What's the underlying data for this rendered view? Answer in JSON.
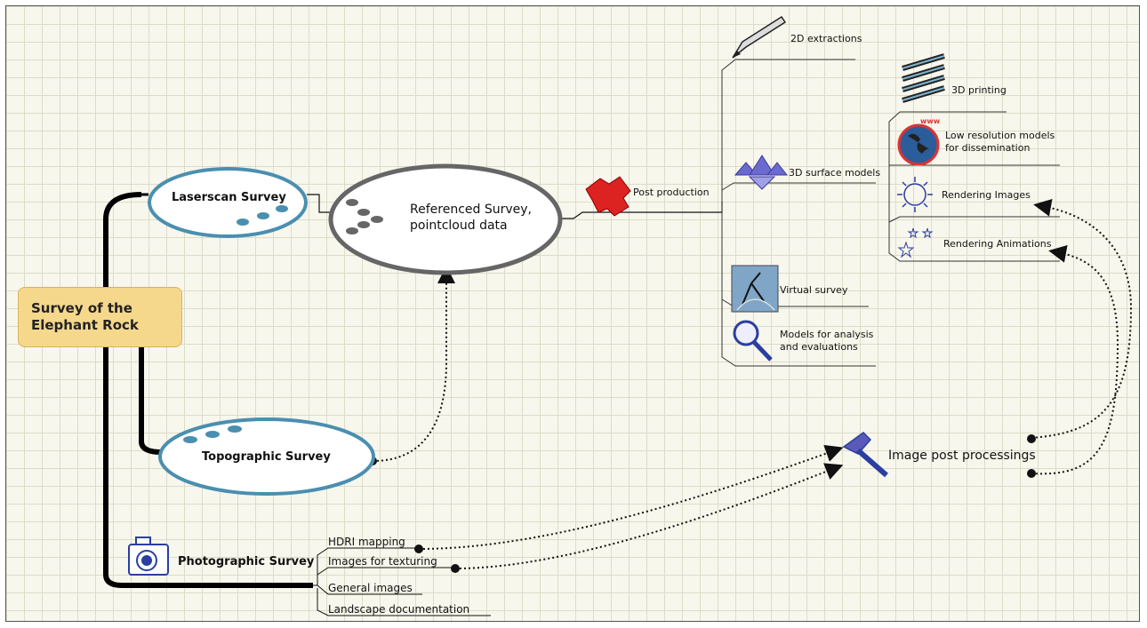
{
  "root": {
    "label": "Survey of the\nElephant Rock"
  },
  "nodes": {
    "laserscan": "Laserscan Survey",
    "referenced": "Referenced Survey,\npointcloud data",
    "topographic": "Topographic Survey",
    "photographic": "Photographic Survey",
    "post_production": "Post production",
    "image_post": "Image post processings"
  },
  "outputs": {
    "extractions_2d": "2D extractions",
    "printing_3d": "3D printing",
    "low_res": "Low resolution models\nfor dissemination",
    "surface_models": "3D surface models",
    "rendering_images": "Rendering Images",
    "rendering_animations": "Rendering Animations",
    "virtual_survey": "Virtual survey",
    "analysis_models": "Models for analysis\nand evaluations"
  },
  "photo_items": {
    "hdri": "HDRI mapping",
    "texturing": "Images for texturing",
    "general": "General images",
    "landscape": "Landscape documentation"
  },
  "icons": [
    "pencil-icon",
    "spring-icon",
    "globe-www-icon",
    "pyramids-icon",
    "puzzle-icon",
    "sun-icon",
    "stars-icon",
    "compass-icon",
    "magnifier-icon",
    "camera-icon",
    "hammer-icon"
  ],
  "colors": {
    "root_fill": "#f6d88d",
    "ellipse_blue": "#4a8fb0",
    "ellipse_gray": "#666666",
    "grid_bg": "#f8f7ed"
  }
}
